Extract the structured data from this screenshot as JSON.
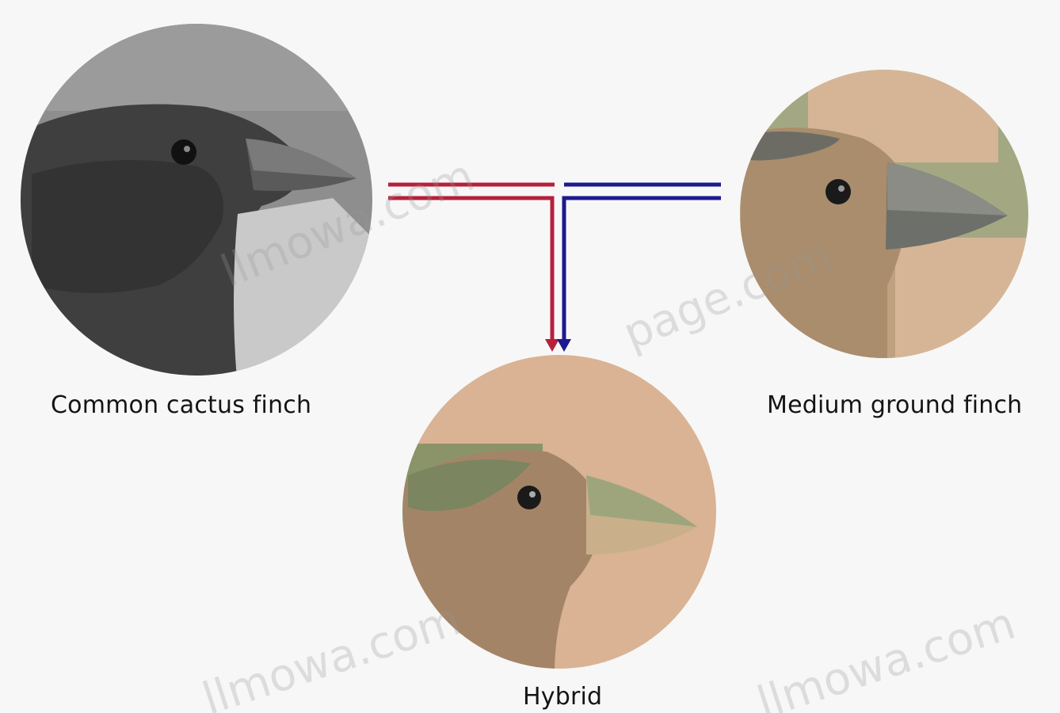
{
  "finches": {
    "cactus": {
      "label": "Common cactus finch"
    },
    "ground": {
      "label": "Medium ground finch"
    },
    "hybrid": {
      "label": "Hybrid"
    }
  },
  "colors": {
    "cactus_line": "#b5203c",
    "ground_line": "#1c1a8c",
    "background": "#f7f7f7"
  },
  "watermarks": [
    "llmowa.com",
    "page.com",
    "llmowa.com",
    "llmowa.com"
  ]
}
